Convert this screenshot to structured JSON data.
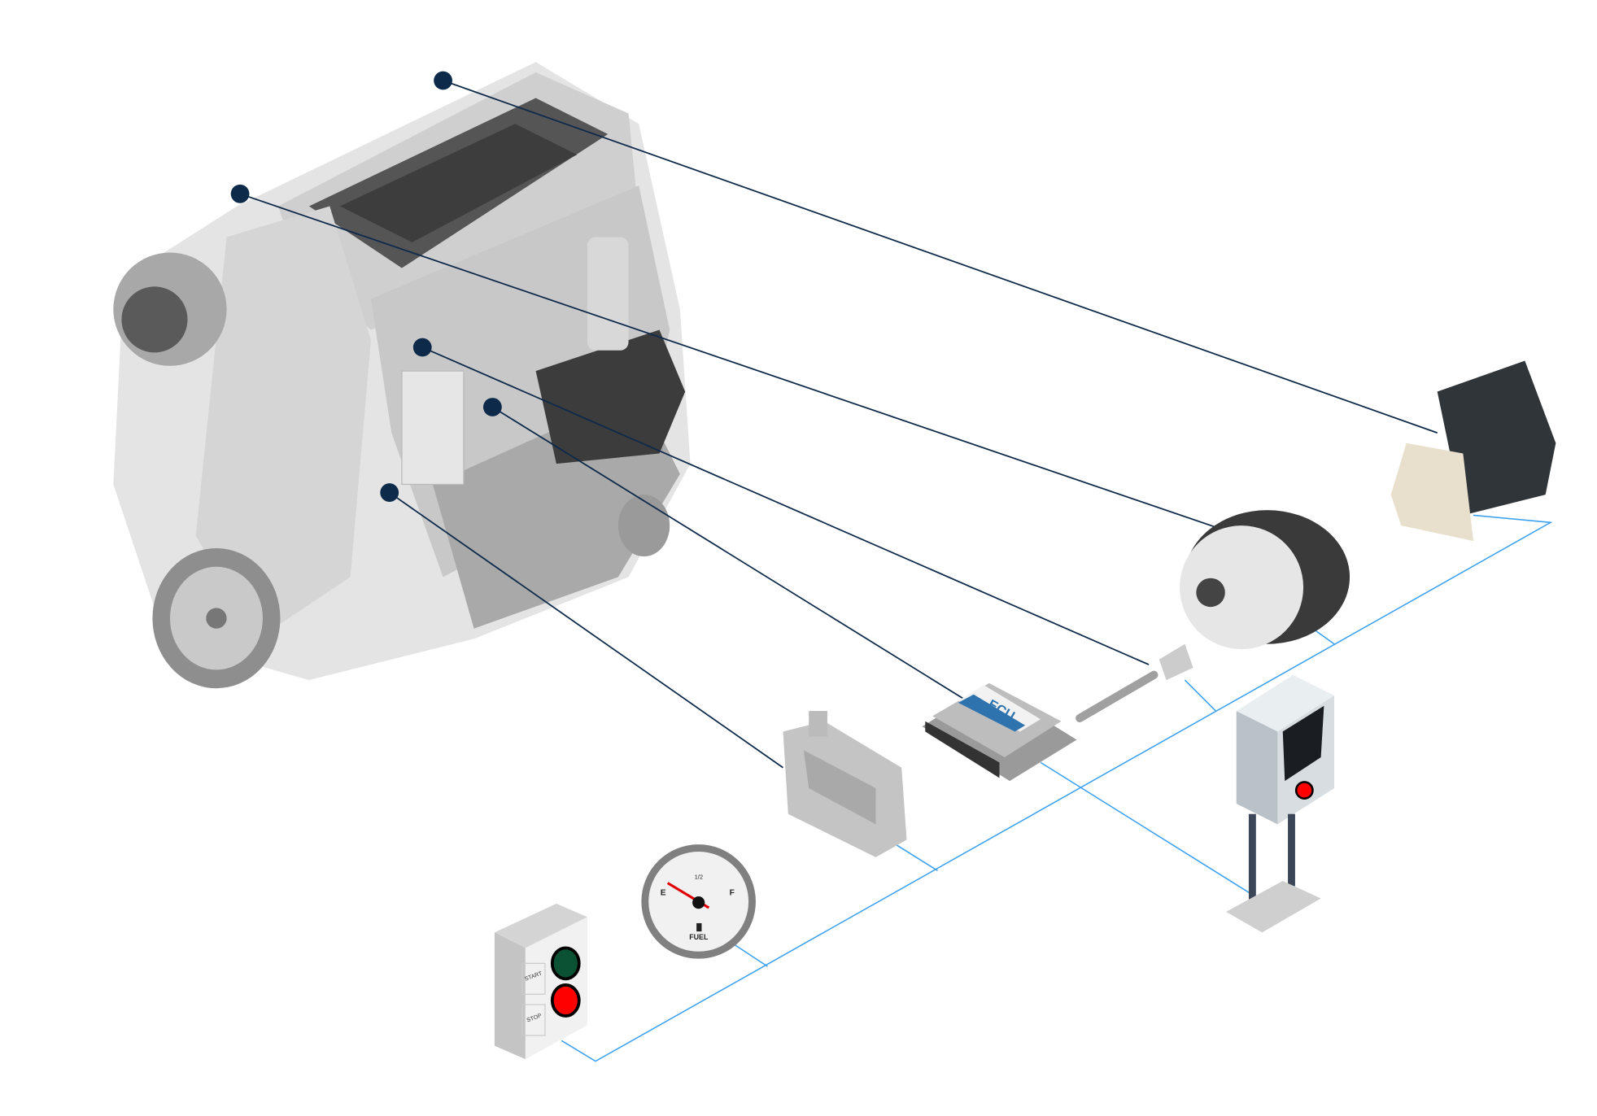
{
  "colors": {
    "callout": "#0d2a4a",
    "wire": "#3aa0f0",
    "engine_light": "#e2e2e2",
    "engine_mid": "#bdbdbd",
    "engine_dark": "#4a4a4a",
    "ecu_stripe": "#2e73ad",
    "start_button": "#0b5134",
    "stop_button": "#ff0000"
  },
  "components": {
    "ecu": {
      "label": "ECU"
    },
    "control_box": {
      "start_label": "START",
      "stop_label": "STOP"
    },
    "fuel_gauge": {
      "empty_label": "E",
      "half_label": "1/2",
      "full_label": "F",
      "title": "FUEL"
    }
  }
}
